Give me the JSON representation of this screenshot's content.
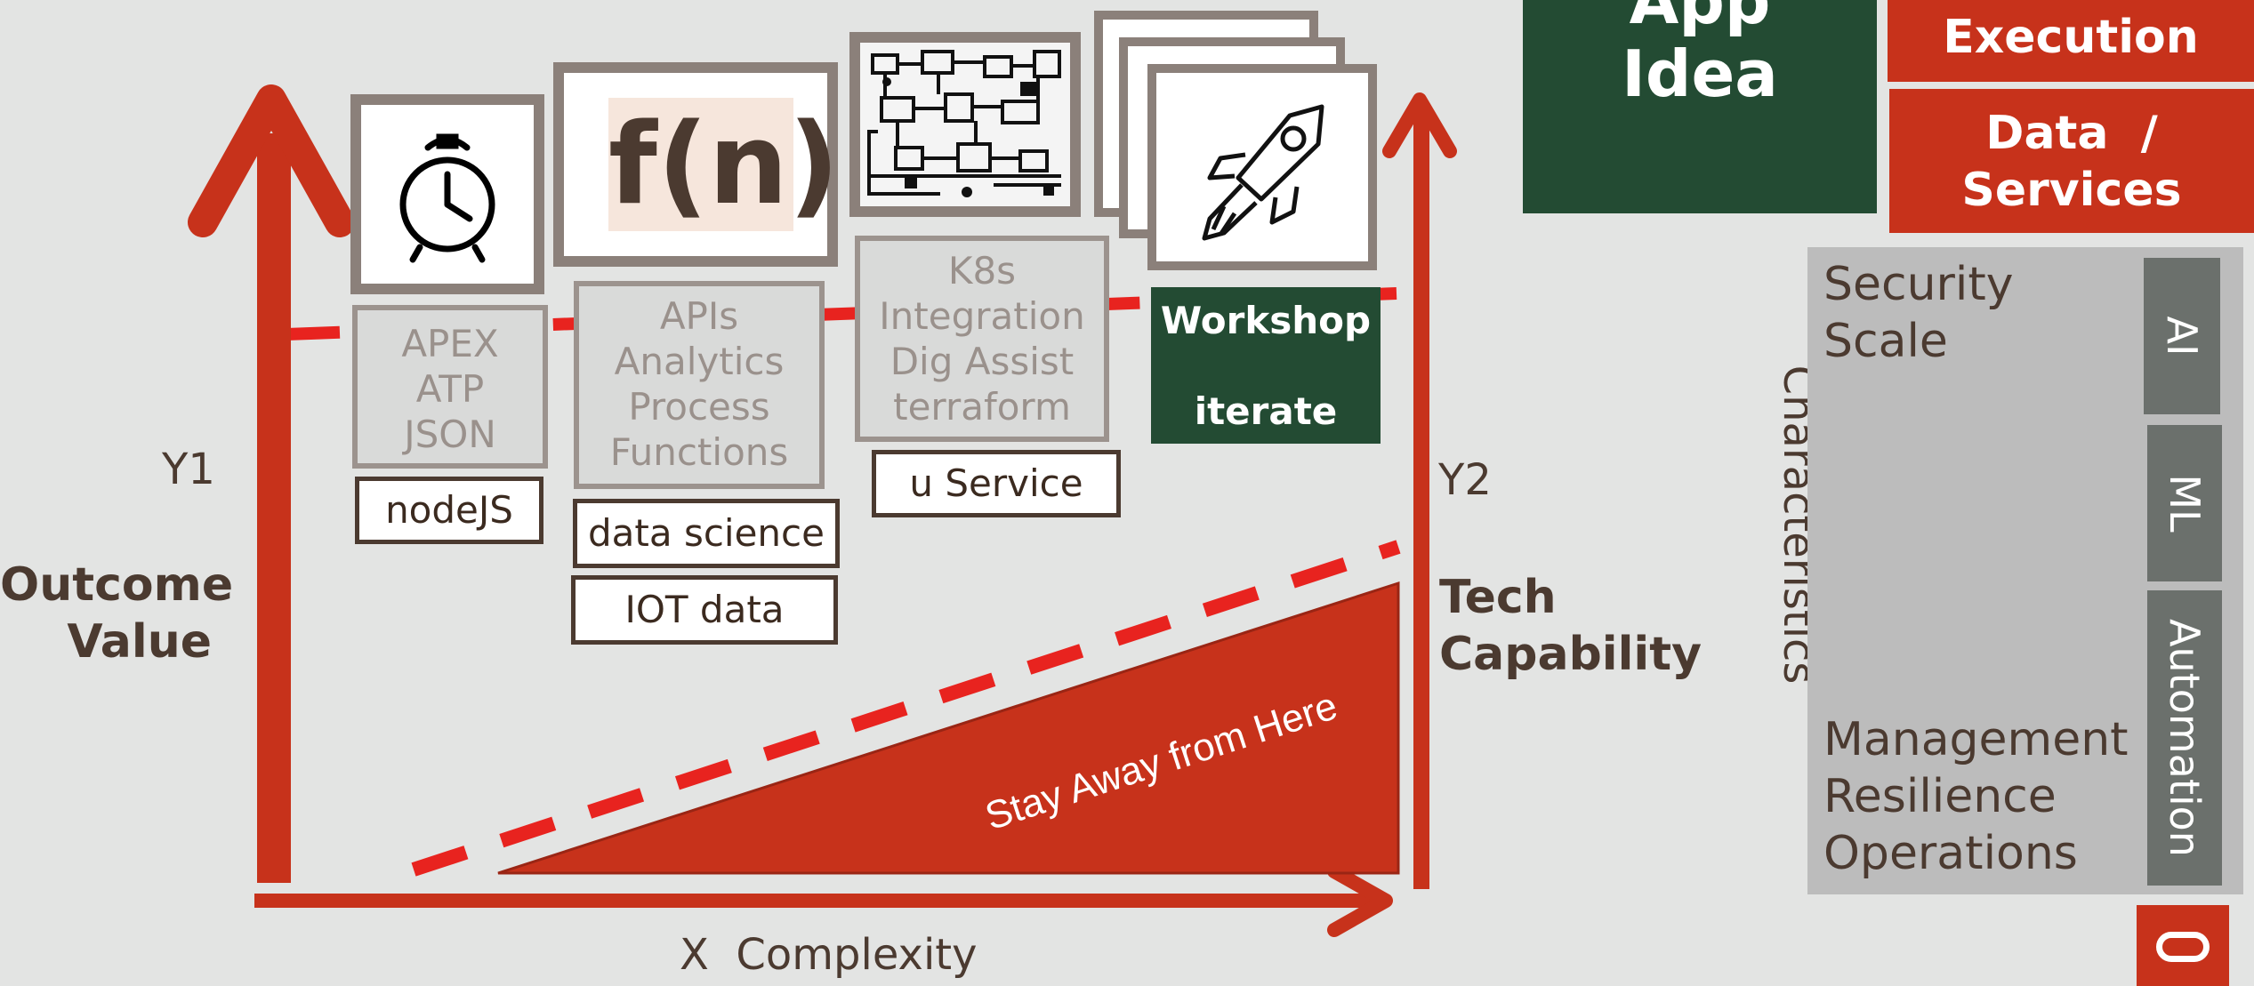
{
  "axes": {
    "y1_label": "Y1",
    "y1_title_line1": "Outcome",
    "y1_title_line2": "Value",
    "y2_label": "Y2",
    "y2_title_line1": "Tech",
    "y2_title_line2": "Capability",
    "x_label": "X  Complexity"
  },
  "icons": {
    "clock": "alarm-clock-icon",
    "function": "f(n)",
    "circuit": "circuit-diagram-icon",
    "rocket": "rocket-icon"
  },
  "columns": [
    {
      "lines": [
        "APEX",
        "ATP",
        "JSON"
      ],
      "tags": [
        "nodeJS"
      ]
    },
    {
      "lines": [
        "APIs",
        "Analytics",
        "Process",
        "Functions"
      ],
      "tags": [
        "data science",
        "IOT data"
      ]
    },
    {
      "lines": [
        "K8s",
        "Integration",
        "Dig Assist",
        "terraform"
      ],
      "tags": [
        "u Service"
      ]
    },
    {
      "lines": [
        "Workshop",
        "iterate"
      ],
      "tags": []
    }
  ],
  "triangle_label": "Stay Away from Here",
  "right_panel": {
    "app_idea_line1": "App",
    "app_idea_line2": "Idea",
    "execution": "Execution",
    "data_services_line1": "Data  /",
    "data_services_line2": "Services",
    "characteristics": "Characteristics",
    "top_items": [
      "Security",
      "Scale"
    ],
    "bottom_items": [
      "Management",
      "Resilience",
      "Operations"
    ],
    "tabs": [
      "AI",
      "ML",
      "Automation"
    ]
  },
  "colors": {
    "accent_red": "#c7321b",
    "dashed_red": "#e8231f",
    "dark_green": "#234b33",
    "text_brown": "#4b3a30",
    "frame_gray": "#8b807a"
  }
}
